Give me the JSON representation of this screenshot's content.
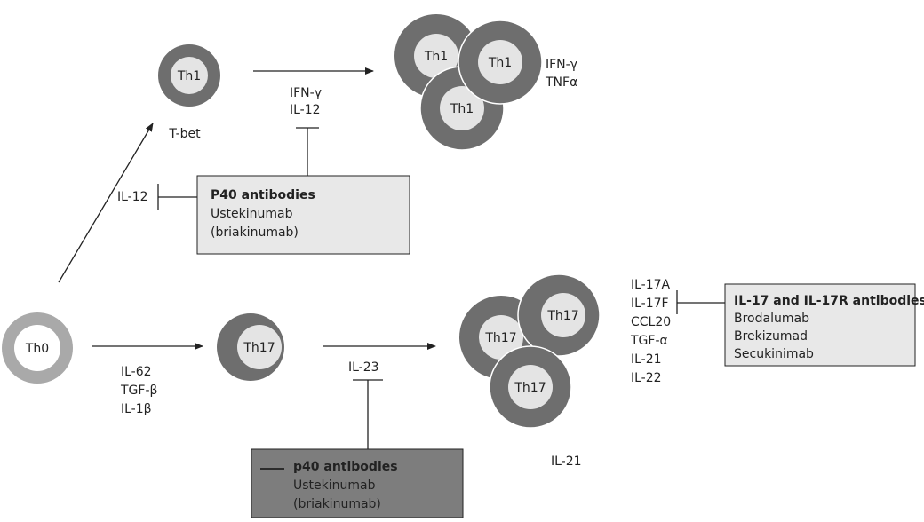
{
  "colors": {
    "cell_outer": "#6e6e6e",
    "cell_outer_light": "#a9a9a9",
    "cell_inner": "#e4e4e4",
    "box_light": "#e8e8e8",
    "box_dark": "#7d7d7d",
    "line": "#222222"
  },
  "cells": {
    "th0": "Th0",
    "th1_single": "Th1",
    "th1_cluster": [
      "Th1",
      "Th1",
      "Th1"
    ],
    "th17_single": "Th17",
    "th17_cluster": [
      "Th17",
      "Th17",
      "Th17"
    ]
  },
  "labels": {
    "tbet": "T-bet",
    "th1_outputs": [
      "IFN-γ",
      "TNFα"
    ],
    "th1_inhibited": [
      "IFN-γ",
      "IL-12"
    ],
    "il12_left": "IL-12",
    "th17_inputs": [
      "IL-62",
      "TGF-β",
      "IL-1β"
    ],
    "il23": "IL-23",
    "il21_bottom": "IL-21",
    "th17_outputs": [
      "IL-17A",
      "IL-17F",
      "CCL20",
      "TGF-α",
      "IL-21",
      "IL-22"
    ]
  },
  "boxes": {
    "p40_top": {
      "title": "P40 antibodies",
      "lines": [
        "Ustekinumab",
        "(briakinumab)"
      ]
    },
    "p40_bottom": {
      "title": "p40 antibodies",
      "lines": [
        "Ustekinumab",
        "(briakinumab)"
      ]
    },
    "il17": {
      "title": "IL-17 and IL-17R antibodies",
      "lines": [
        "Brodalumab",
        "Brekizumad",
        "Secukinimab"
      ]
    }
  }
}
